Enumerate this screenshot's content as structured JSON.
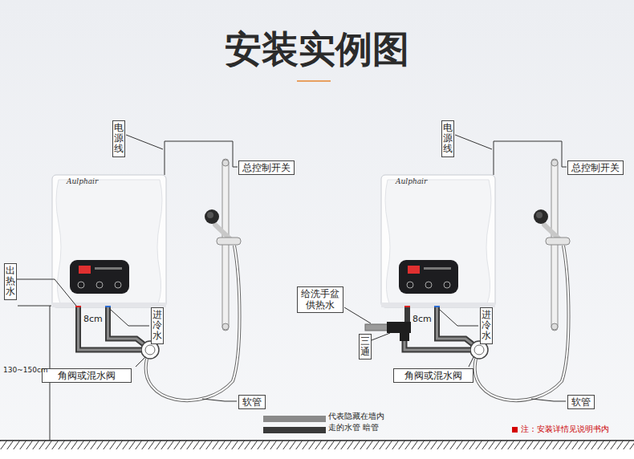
{
  "diagram": {
    "title": "安装实例图",
    "nodes": [
      {
        "text": [
          "电源线"
        ]
      },
      {
        "text": [
          "总控制开关"
        ]
      },
      {
        "text": [
          "出热水"
        ]
      },
      {
        "text": [
          "进冷水"
        ]
      },
      {
        "text": [
          "角阀或混水阀"
        ]
      },
      {
        "text": [
          "软管"
        ]
      },
      {
        "text": [
          "电源线"
        ]
      },
      {
        "text": [
          "总控制开关"
        ]
      },
      {
        "text": [
          "给洗手盆供热水"
        ]
      },
      {
        "text": [
          "三通"
        ]
      },
      {
        "text": [
          "进冷水"
        ]
      },
      {
        "text": [
          "角阀或混水阀"
        ]
      },
      {
        "text": [
          "软管"
        ]
      }
    ],
    "labels": [
      "Aulphair",
      "Aulphair",
      "8cm",
      "130~150cm",
      "8cm",
      "注：安装详情见说明书内"
    ],
    "legend": [
      {
        "text": "代表隐藏在墙内",
        "color": "#8a8a8a"
      },
      {
        "text": "走的水管 暗管",
        "color": "#3a3a3a"
      }
    ]
  }
}
